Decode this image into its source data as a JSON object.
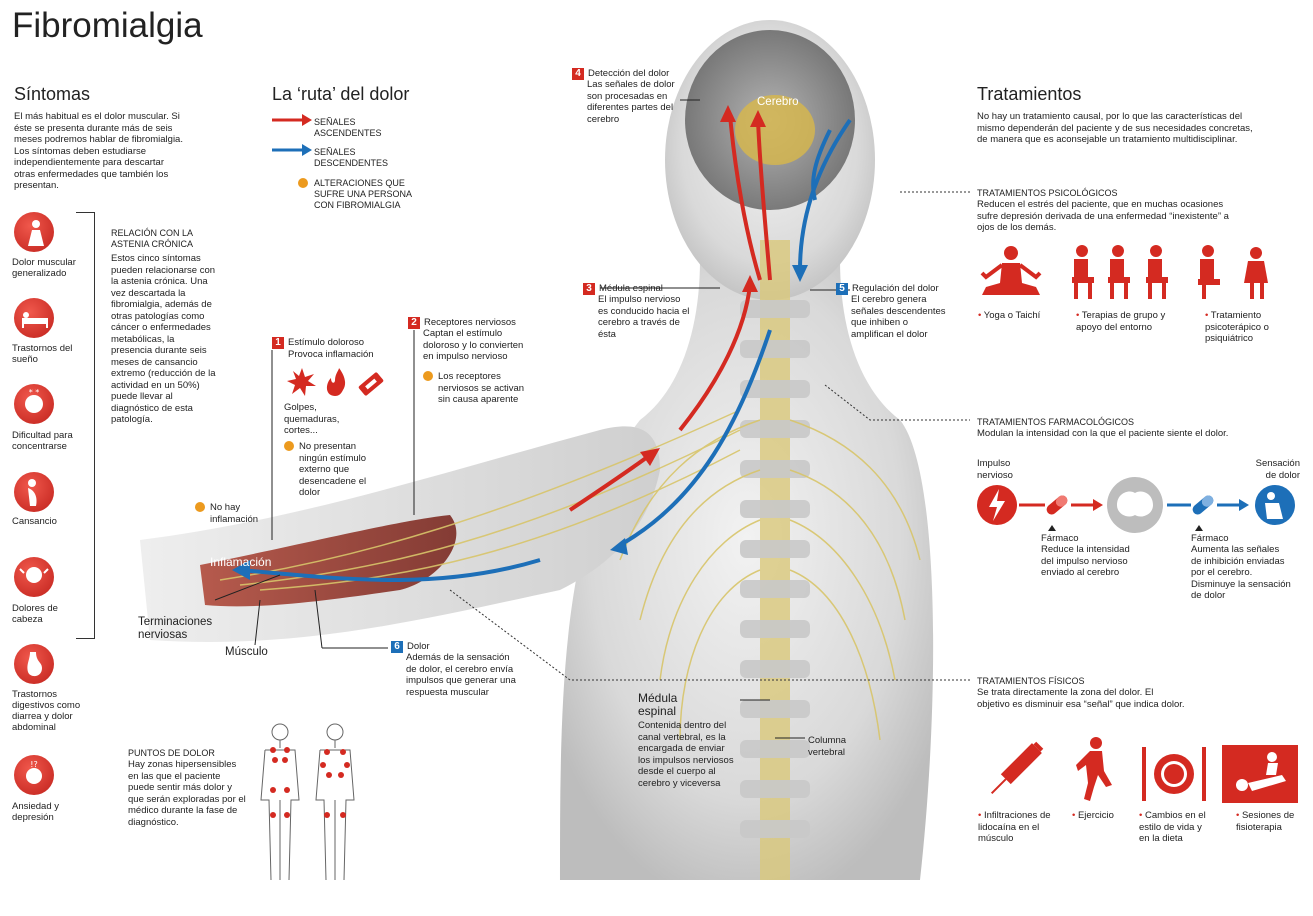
{
  "title": "Fibromialgia",
  "sintomas": {
    "heading": "Síntomas",
    "intro": "El más habitual es el dolor muscular. Si éste se presenta durante más de seis meses podremos hablar de fibromialgia. Los síntomas deben estudiarse independientemente para descartar otras enfermedades que también los presentan.",
    "items": [
      {
        "label": "Dolor muscular generalizado",
        "icon": "muscle-pain-icon"
      },
      {
        "label": "Trastornos del sueño",
        "icon": "bed-icon"
      },
      {
        "label": "Dificultad para concentrarse",
        "icon": "head-alert-icon"
      },
      {
        "label": "Cansancio",
        "icon": "tired-person-icon"
      },
      {
        "label": "Dolores de cabeza",
        "icon": "headache-icon"
      },
      {
        "label": "Trastornos digestivos como diarrea y dolor abdominal",
        "icon": "stomach-icon"
      },
      {
        "label": "Ansiedad y depresión",
        "icon": "anxiety-icon"
      }
    ],
    "relacion_title": "RELACIÓN CON LA ASTENIA CRÓNICA",
    "relacion_text": "Estos cinco síntomas pueden relacionarse con la astenia crónica. Una vez descartada la fibromialgia, además de otras patologías como cáncer o enfermedades metabólicas, la presencia durante seis meses de cansancio extremo (reducción de la actividad en un 50%) puede llevar al diagnóstico de esta patología.",
    "puntos_title": "PUNTOS DE DOLOR",
    "puntos_text": "Hay zonas hipersensibles en las que el paciente puede sentir más dolor y que serán exploradas por el médico durante la fase de diagnóstico."
  },
  "ruta": {
    "heading": "La ‘ruta’ del dolor",
    "legend_asc": "SEÑALES ASCENDENTES",
    "legend_desc": "SEÑALES DESCENDENTES",
    "legend_alt": "ALTERACIONES QUE SUFRE UNA PERSONA CON FIBROMIALGIA",
    "step1_num": "1",
    "step1_title": "Estímulo doloroso",
    "step1_text": "Provoca inflamación",
    "step1_caption": "Golpes, quemaduras, cortes...",
    "step1_alt": "No presentan ningún estímulo externo que desencadene el dolor",
    "step2_num": "2",
    "step2_title": "Receptores nerviosos",
    "step2_text": "Captan el estímulo doloroso y lo convierten en impulso nervioso",
    "step2_alt": "Los receptores nerviosos se activan sin causa aparente",
    "step3_num": "3",
    "step3_title": "Médula espinal",
    "step3_text": "El impulso nervioso es conducido hacia el cerebro a través de ésta",
    "step4_num": "4",
    "step4_title": "Detección del dolor",
    "step4_text": "Las señales de dolor son procesadas en diferentes partes del cerebro",
    "step5_num": "5",
    "step5_title": "Regulación del dolor",
    "step5_text": "El cerebro genera señales descendentes que inhiben o amplifican el dolor",
    "step6_num": "6",
    "step6_title": "Dolor",
    "step6_text": "Además de la sensación de dolor, el cerebro envía impulsos que generar una respuesta muscular",
    "no_inflamacion": "No hay inflamación",
    "label_inflamacion": "Inflamación",
    "label_terminaciones": "Terminaciones nerviosas",
    "label_musculo": "Músculo",
    "label_cerebro": "Cerebro",
    "label_medula_title": "Médula espinal",
    "label_medula_text": "Contenida dentro del canal vertebral, es la encargada de enviar los impulsos nerviosos desde el cuerpo al cerebro y viceversa",
    "label_columna": "Columna vertebral"
  },
  "tratamientos": {
    "heading": "Tratamientos",
    "intro": "No hay un tratamiento causal, por lo que las características del mismo dependerán del paciente y de sus necesidades concretas, de manera que es aconsejable un tratamiento multidisciplinar.",
    "psico_title": "TRATAMIENTOS PSICOLÓGICOS",
    "psico_text": "Reducen el estrés del paciente, que en muchas ocasiones sufre depresión derivada de una enfermedad “inexistente” a ojos de los demás.",
    "psico_items": [
      "Yoga o Taichí",
      "Terapias de grupo y apoyo del entorno",
      "Tratamiento psicoterápico o psiquiátrico"
    ],
    "farma_title": "TRATAMIENTOS FARMACOLÓGICOS",
    "farma_text": "Modulan la intensidad con la que el paciente siente el dolor.",
    "farma_impulso": "Impulso nervioso",
    "farma_sensacion": "Sensación de dolor",
    "farma1_title": "Fármaco",
    "farma1_text": "Reduce la intensidad del impulso nervioso enviado al cerebro",
    "farma2_title": "Fármaco",
    "farma2_text": "Aumenta las señales de inhibición enviadas por el cerebro. Disminuye la sensación de dolor",
    "fisico_title": "TRATAMIENTOS FÍSICOS",
    "fisico_text": "Se trata directamente la zona del dolor. El objetivo es disminuir esa “señal” que indica dolor.",
    "fisico_items": [
      "Infiltraciones de lidocaína en el músculo",
      "Ejercicio",
      "Cambios en el estilo de vida y en la dieta",
      "Sesiones de fisioterapia"
    ]
  },
  "colors": {
    "red": "#d42a21",
    "blue": "#1d6fb8",
    "orange": "#ec9a1e",
    "nerve": "#e8d36a"
  }
}
